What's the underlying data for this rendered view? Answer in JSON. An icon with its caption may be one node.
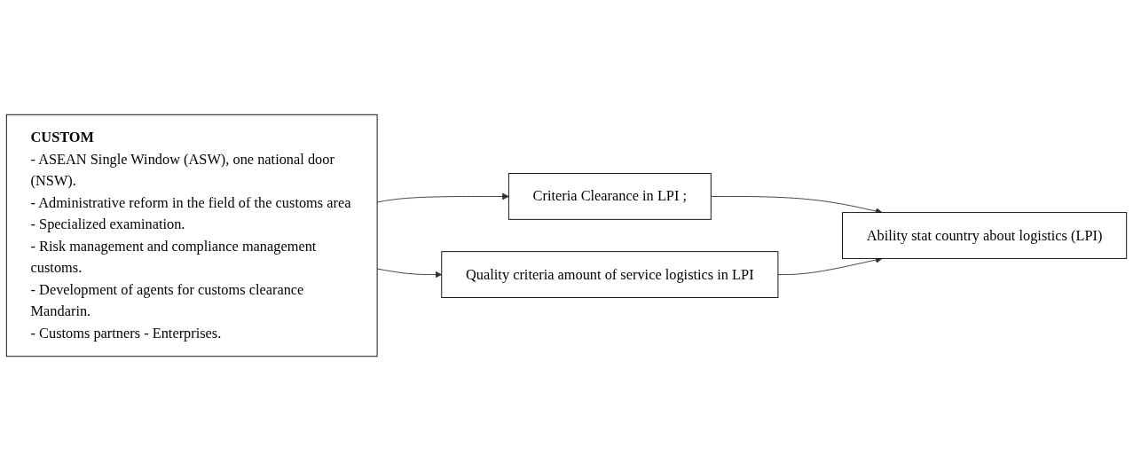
{
  "diagram": {
    "nodes": [
      {
        "text": [
          "CUSTOM",
          "- ASEAN Single Window (ASW), one national door (NSW).",
          "- Administrative reform in the field of the customs area",
          "- Specialized examination.",
          "- Risk management and compliance management customs.",
          "- Development of agents for customs clearance Mandarin.",
          "- Customs partners - Enterprises."
        ]
      },
      {
        "text": [
          "Criteria Clearance in LPI ;"
        ]
      },
      {
        "text": [
          "Quality criteria amount of service logistics in LPI"
        ]
      },
      {
        "text": [
          "Ability stat country about logistics (LPI)"
        ]
      }
    ],
    "edges": [
      {
        "from": 0,
        "to": 1,
        "arrow": "to"
      },
      {
        "from": 0,
        "to": 2,
        "arrow": "to"
      },
      {
        "from": 1,
        "to": 3,
        "arrow": "to"
      },
      {
        "from": 2,
        "to": 3,
        "arrow": "to"
      }
    ]
  }
}
